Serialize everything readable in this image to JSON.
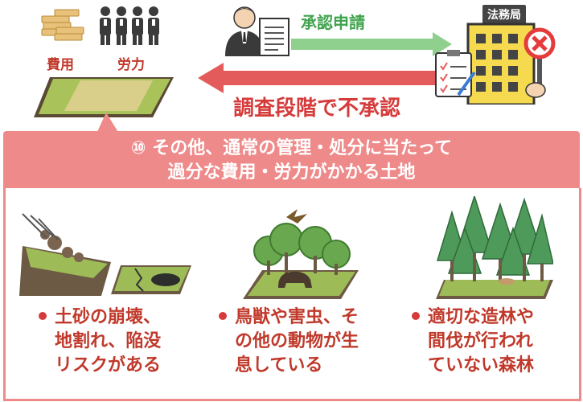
{
  "top": {
    "cost_label": "費用",
    "labor_label": "労力",
    "approval_request": "承認申請",
    "office_label": "法務局",
    "rejection": "調査段階で不承認"
  },
  "panel": {
    "title_line1": "⑩ その他、通常の管理・処分に当たって",
    "title_line2": "過分な費用・労力がかかる土地"
  },
  "items": [
    {
      "lines": [
        "土砂の崩壊、",
        "地割れ、陥没",
        "リスクがある"
      ]
    },
    {
      "lines": [
        "鳥獣や害虫、そ",
        "の他の動物が生",
        "息している"
      ]
    },
    {
      "lines": [
        "適切な造林や",
        "間伐が行われ",
        "ていない森林"
      ]
    }
  ],
  "colors": {
    "panel": "#ef8a8a",
    "red_text": "#c0392b",
    "green_arrow": "#8fd08f",
    "red_arrow": "#e45b5b"
  }
}
